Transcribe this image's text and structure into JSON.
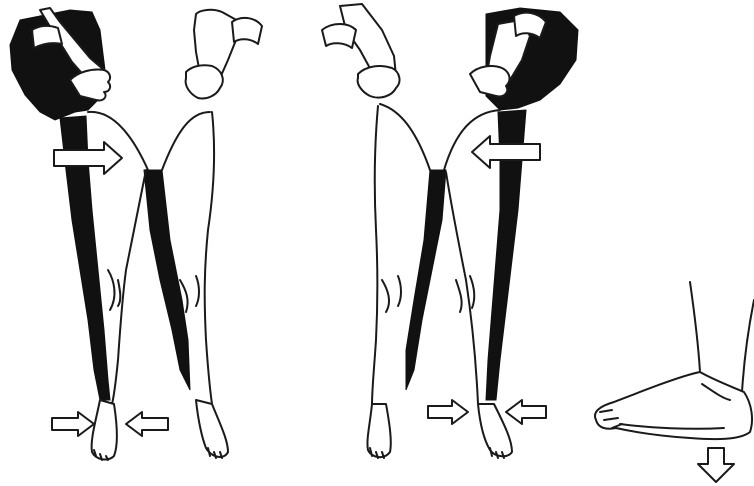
{
  "illustration": {
    "colors": {
      "ink": "#1a1a1a",
      "fill": "#ffffff",
      "shade": "#111111"
    },
    "figures": [
      {
        "name": "figure-left",
        "view": "front",
        "shaded_side": "left",
        "arrow_direction": "right"
      },
      {
        "name": "figure-middle",
        "view": "front",
        "shaded_side": "right",
        "arrow_direction": "left"
      },
      {
        "name": "foot-detail",
        "view": "side",
        "arrow_direction": "down"
      }
    ]
  }
}
